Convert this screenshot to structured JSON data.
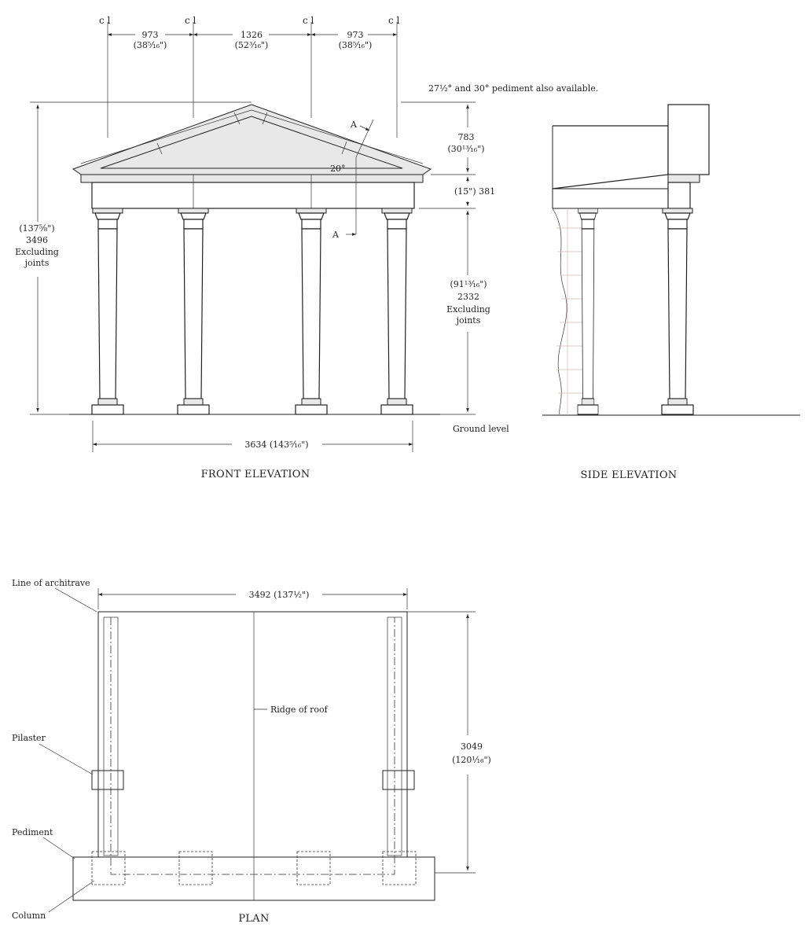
{
  "front": {
    "cl_label": "c l",
    "spans": [
      {
        "mm": "973",
        "in": "(38⁵⁄₁₆\")"
      },
      {
        "mm": "1326",
        "in": "(52³⁄₁₆\")"
      },
      {
        "mm": "973",
        "in": "(38⁵⁄₁₆\")"
      }
    ],
    "pediment_note": "27½° and 30° pediment also available.",
    "overall_height": {
      "in": "(137⅝\")",
      "mm": "3496",
      "note1": "Excluding",
      "note2": "joints"
    },
    "pediment_height": {
      "mm": "783",
      "in": "(30¹³⁄₁₆\")"
    },
    "entablature_height": "(15\") 381",
    "column_height": {
      "in": "(91¹³⁄₁₆\")",
      "mm": "2332",
      "note1": "Excluding",
      "note2": "joints"
    },
    "angle": "20°",
    "section_marker": "A",
    "ground_label": "Ground level",
    "overall_width": "3634 (143⁵⁄₁₆\")",
    "title": "FRONT ELEVATION"
  },
  "side": {
    "title": "SIDE ELEVATION"
  },
  "plan": {
    "architrave_label": "Line of architrave",
    "width": "3492 (137½\")",
    "ridge_label": "Ridge of roof",
    "pilaster_label": "Pilaster",
    "depth_mm": "3049",
    "depth_in": "(120¹⁄₁₆\")",
    "pediment_label": "Pediment",
    "column_label": "Column",
    "title": "PLAN"
  }
}
